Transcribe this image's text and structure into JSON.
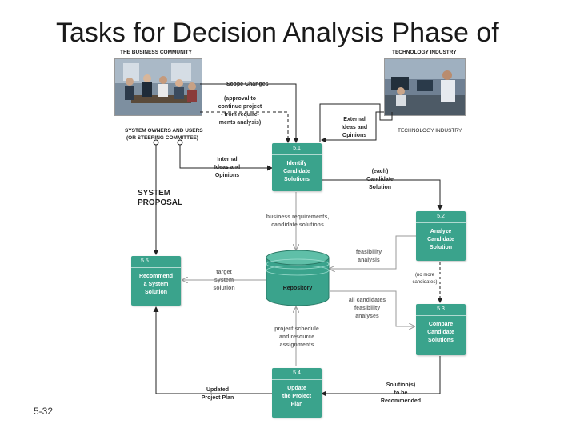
{
  "title": "Tasks for Decision Analysis Phase of",
  "slide_number": "5-32",
  "captions": {
    "business_community": "THE BUSINESS COMMUNITY",
    "technology_industry": "TECHNOLOGY INDUSTRY",
    "system_owners": "SYSTEM OWNERS AND USERS",
    "steering_committee": "(OR STEERING COMMITTEE)",
    "technology_industry_small": "TECHNOLOGY INDUSTRY",
    "system_proposal_line1": "SYSTEM",
    "system_proposal_line2": "PROPOSAL"
  },
  "boxes": {
    "b51": {
      "num": "5.1",
      "lines": [
        "Identify",
        "Candidate",
        "Solutions"
      ]
    },
    "b52": {
      "num": "5.2",
      "lines": [
        "Analyze",
        "Candidate",
        "Solution"
      ]
    },
    "b53": {
      "num": "5.3",
      "lines": [
        "Compare",
        "Candidate",
        "Solutions"
      ]
    },
    "b54": {
      "num": "5.4",
      "lines": [
        "Update",
        "the Project",
        "Plan"
      ]
    },
    "b55": {
      "num": "5.5",
      "lines": [
        "Recommend",
        "a System",
        "Solution"
      ]
    },
    "repository": "Repository"
  },
  "flows": {
    "scope_changes": "Scope Changes",
    "approval": [
      "(approval to",
      "continue project",
      "- from require-",
      "ments analysis)"
    ],
    "external": [
      "External",
      "Ideas and",
      "Opinions"
    ],
    "internal": [
      "Internal",
      "Ideas and",
      "Opinions"
    ],
    "each_candidate": [
      "(each)",
      "Candidate",
      "Solution"
    ],
    "business_req": [
      "business requirements,",
      "candidate solutions"
    ],
    "feasibility": [
      "feasibility",
      "analysis"
    ],
    "one_more": [
      "(no more",
      "candidates)"
    ],
    "target": [
      "target",
      "system",
      "solution"
    ],
    "all_candidates": [
      "all candidates",
      "feasibility",
      "analyses"
    ],
    "project_schedule": [
      "project schedule",
      "and resource",
      "assignments"
    ],
    "updated_plan": [
      "Updated",
      "Project Plan"
    ],
    "solutions_recommended": [
      "Solution(s)",
      "to be",
      "Recommended"
    ]
  },
  "colors": {
    "box_fill": "#3aa38c",
    "arrow_dark": "#222222",
    "arrow_grey": "#9a9a9a"
  }
}
